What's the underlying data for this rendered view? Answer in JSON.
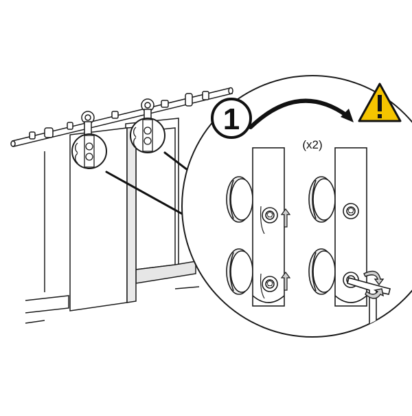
{
  "step": {
    "number": "1"
  },
  "quantity_note": "(x2)",
  "colors": {
    "line": "#1a1a1a",
    "panel_fill": "#ffffff",
    "panel_shade": "#e6e6e6",
    "hardware_fill": "#f2f2f2",
    "warning_yellow": "#f5c400",
    "warning_stroke": "#111111"
  },
  "icons": [
    "warning-icon",
    "rotation-arrow",
    "allen-key-icon",
    "up-arrow-icon"
  ]
}
